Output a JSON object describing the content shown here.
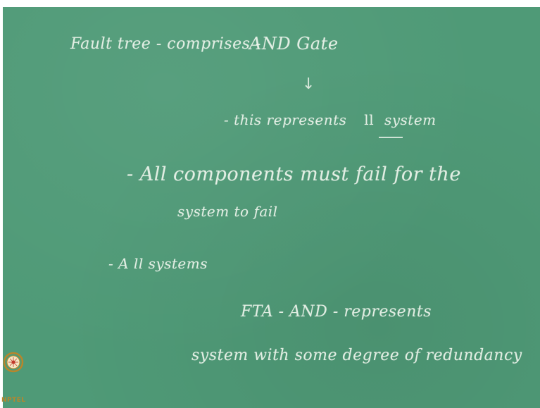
{
  "board": {
    "lines": [
      "Fault tree - comprises -",
      "AND Gate",
      "- this represents",
      "ll",
      "system",
      "- All components must fail for the",
      "system to fail",
      "- A ll systems",
      "FTA - AND - represents",
      "system with some degree of redundancy"
    ],
    "arrow": "↓"
  },
  "logo": {
    "text": "NPTEL",
    "icon": "nptel-logo-icon"
  },
  "colors": {
    "board": "#4f9a77",
    "chalk": "#eef5ec",
    "logo": "#b8862b"
  }
}
